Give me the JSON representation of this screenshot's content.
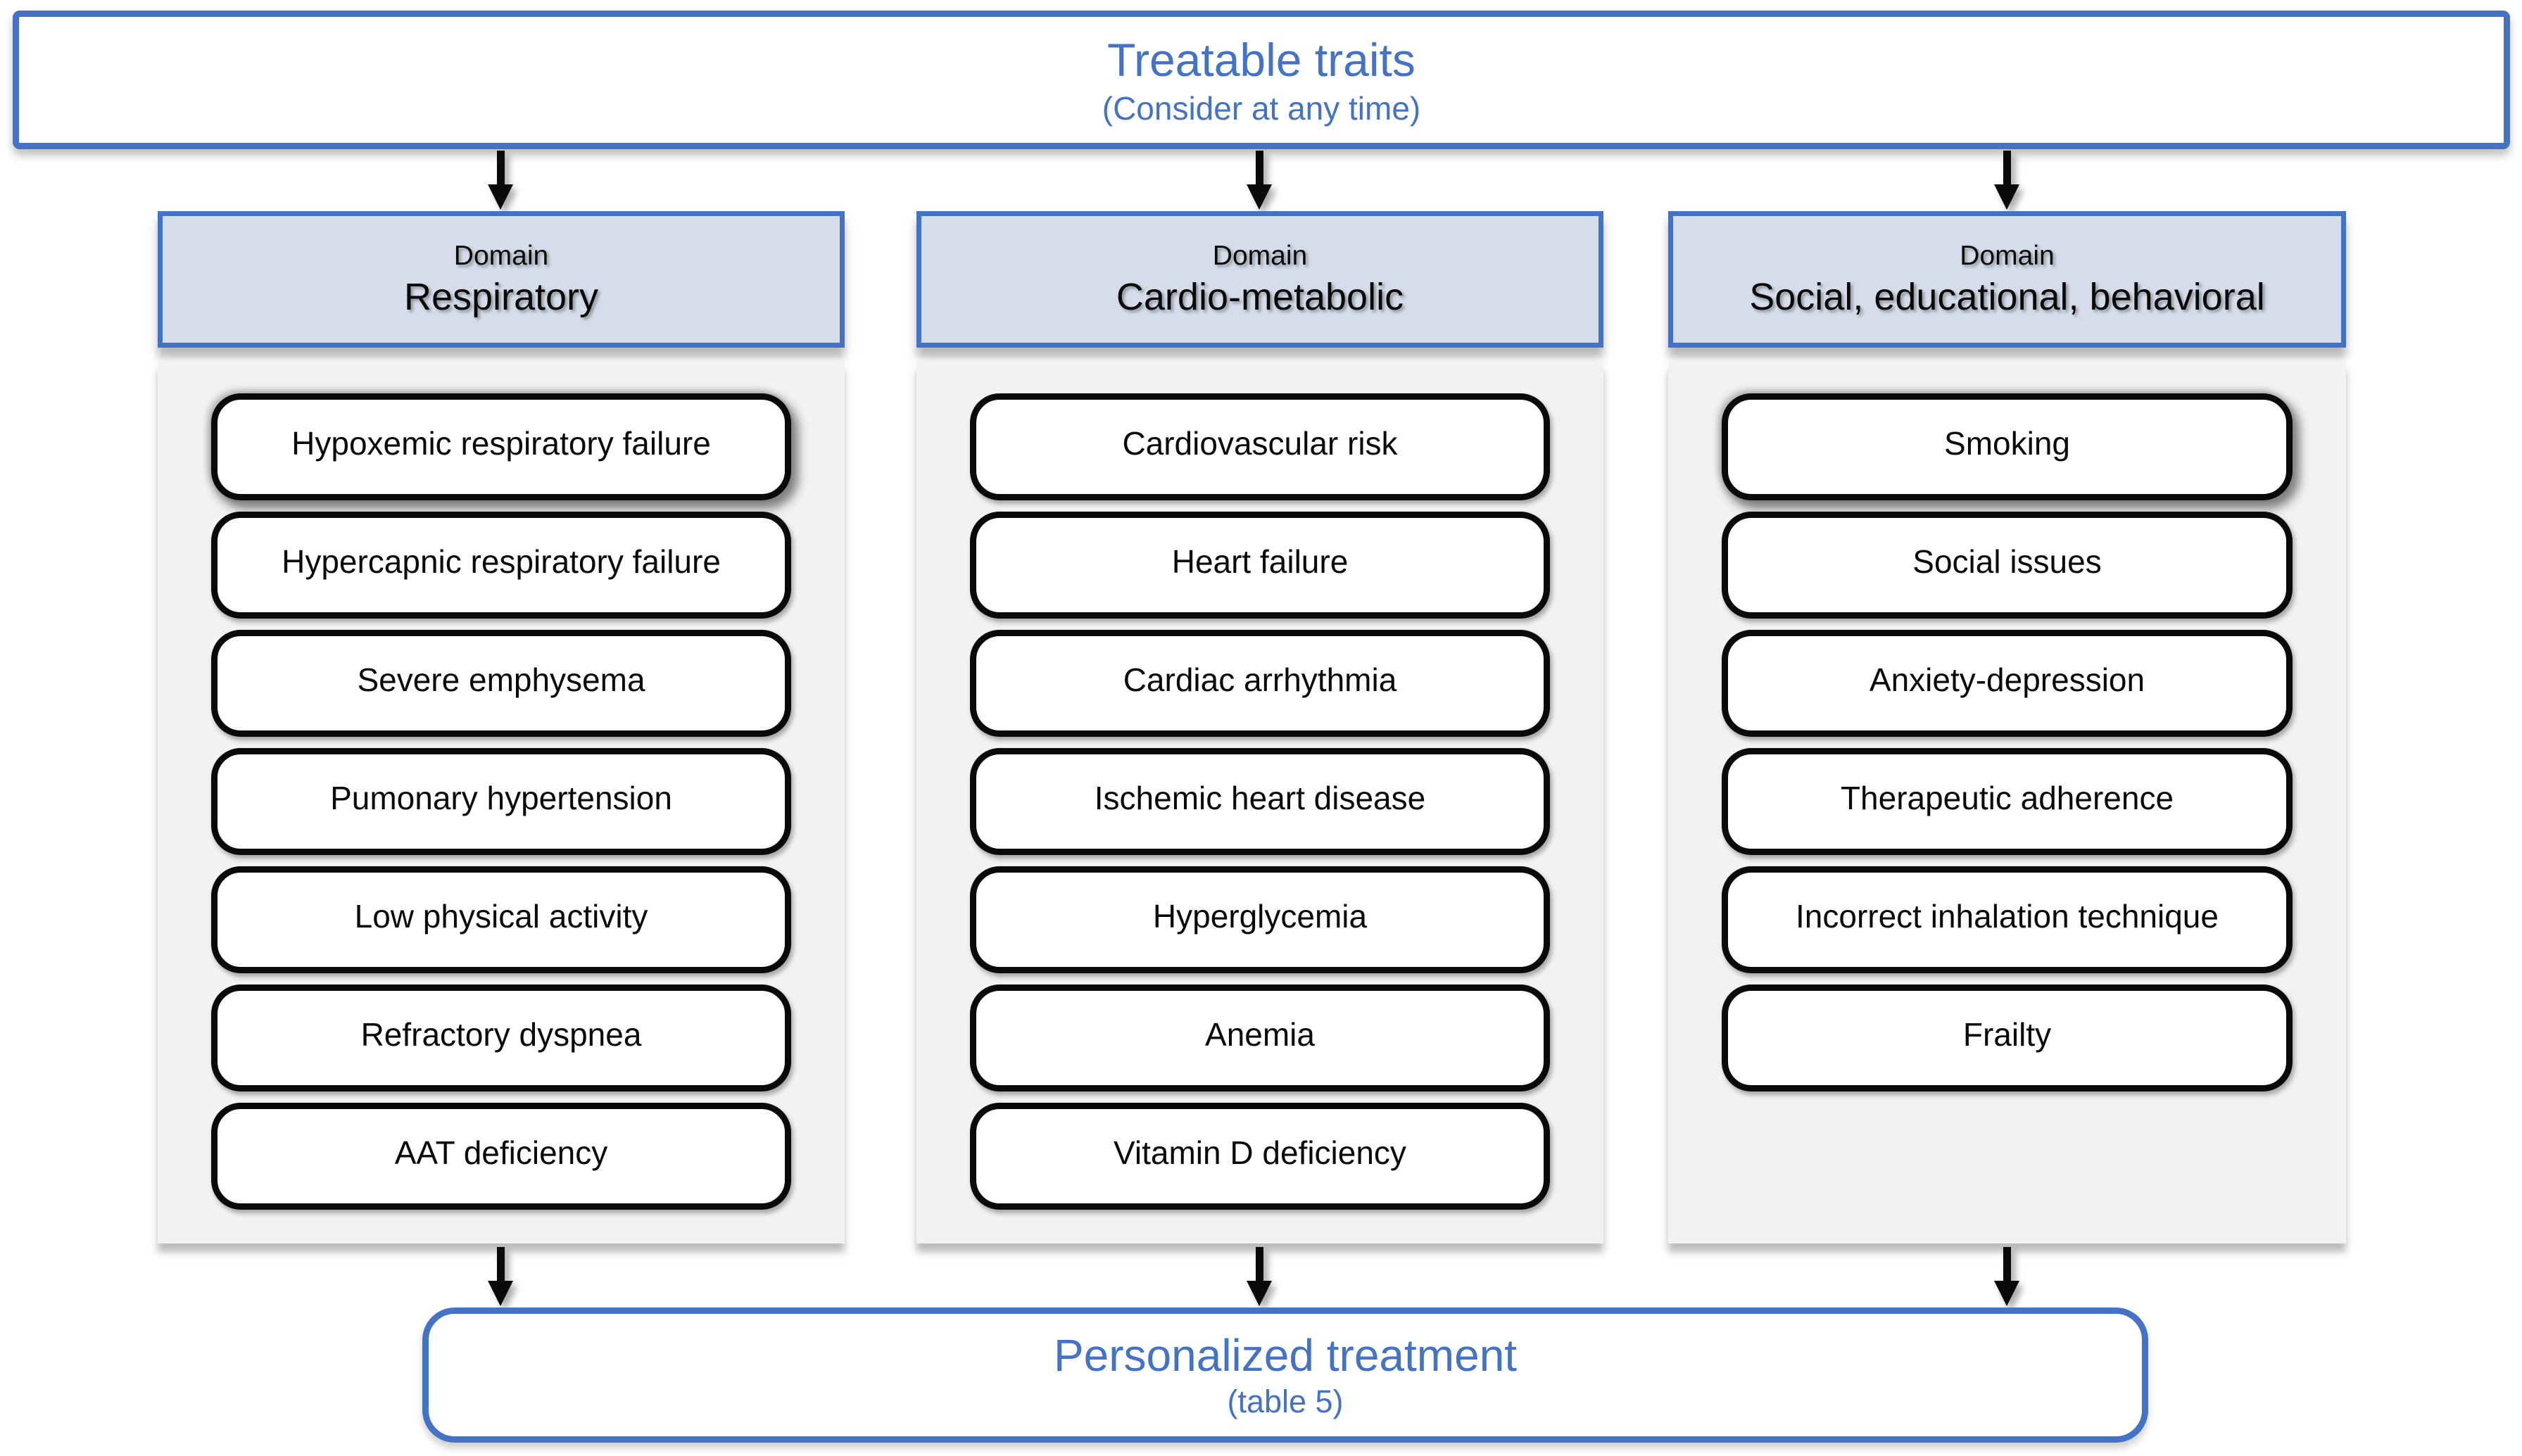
{
  "colors": {
    "accent_blue": "#4472c4",
    "domain_header_fill": "#d4dde9",
    "panel_fill": "#f2f2f2",
    "trait_border": "#0a0a0a"
  },
  "top_box": {
    "title": "Treatable traits",
    "subtitle": "(Consider at any time)"
  },
  "columns": [
    {
      "domain_label": "Domain",
      "domain_name": "Respiratory",
      "items": [
        "Hypoxemic respiratory failure",
        "Hypercapnic respiratory failure",
        "Severe emphysema",
        "Pumonary hypertension",
        "Low physical activity",
        "Refractory dyspnea",
        "AAT deficiency"
      ]
    },
    {
      "domain_label": "Domain",
      "domain_name": "Cardio-metabolic",
      "items": [
        "Cardiovascular risk",
        "Heart failure",
        "Cardiac arrhythmia",
        "Ischemic heart disease",
        "Hyperglycemia",
        "Anemia",
        "Vitamin D deficiency"
      ]
    },
    {
      "domain_label": "Domain",
      "domain_name": "Social, educational, behavioral",
      "items": [
        "Smoking",
        "Social issues",
        "Anxiety-depression",
        "Therapeutic adherence",
        "Incorrect inhalation technique",
        "Frailty"
      ]
    }
  ],
  "bottom_box": {
    "title": "Personalized treatment",
    "subtitle": "(table 5)"
  },
  "icons": {
    "arrow": "arrow-down-icon"
  }
}
